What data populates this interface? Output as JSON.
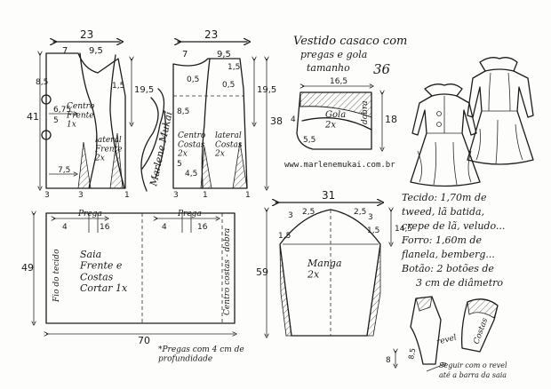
{
  "title": {
    "line1": "Vestido casaco com",
    "line2": "pregas e gola",
    "line3": "tamanho",
    "size": "36"
  },
  "website": "www.marlenemukai.com.br",
  "signature": "Marlene Mukai",
  "front_bodice": {
    "width": "23",
    "shoulder": "7",
    "neck": "9,5",
    "a": "8,5",
    "b": "1,5",
    "c": "19,5",
    "d": "41",
    "e": "6,75",
    "f": "5",
    "g": "7,5",
    "h": "3",
    "i": "3",
    "j": "1",
    "center_label": "Centro\nFrente\n1x",
    "lateral_label": "lateral\nFrente\n2x"
  },
  "back_bodice": {
    "width": "23",
    "shoulder": "7",
    "neck": "9,5",
    "a": "1,5",
    "b": "0,5",
    "c": "0,5",
    "d": "8,5",
    "e": "19,5",
    "f": "38",
    "g": "5",
    "h": "4,5",
    "i": "3",
    "j": "1",
    "k": "1",
    "center_label": "Centro\nCostas\n2x",
    "lateral_label": "lateral\nCostas\n2x"
  },
  "collar": {
    "width": "16,5",
    "height": "18",
    "a": "5,5",
    "b": "4",
    "label": "Gola\n2x",
    "fold": "dobra"
  },
  "skirt": {
    "pleat1": "Prega",
    "pleat2": "Prega",
    "m1": "4",
    "m2": "16",
    "m3": "4",
    "m4": "16",
    "height": "49",
    "width": "70",
    "fold_left": "Fio do tecido",
    "fold_right": "Centro costas - dobra",
    "label": "Saia\nFrente e\nCostas\nCortar 1x",
    "note": "*Pregas com 4 cm de\nprofundidade"
  },
  "sleeve": {
    "width": "31",
    "a": "3",
    "b": "2,5",
    "c": "1,5",
    "d": "1,5",
    "e": "2,5",
    "f": "3",
    "g": "14,5",
    "h": "59",
    "label": "Manga\n2x"
  },
  "materials": {
    "line1": "Tecido: 1,70m de",
    "line2": "tweed, lã batida,",
    "line3": "crepe de lã, veludo...",
    "line4": "Forro: 1,60m de",
    "line5": "flanela, bemberg...",
    "line6": "Botão: 2 botões de",
    "line7": "3 cm de diâmetro"
  },
  "revel": {
    "a": "8",
    "b": "8,5",
    "label1": "revel",
    "label2": "Costas",
    "note1": "Seguir com o revel",
    "note2": "até a barra da saia"
  }
}
